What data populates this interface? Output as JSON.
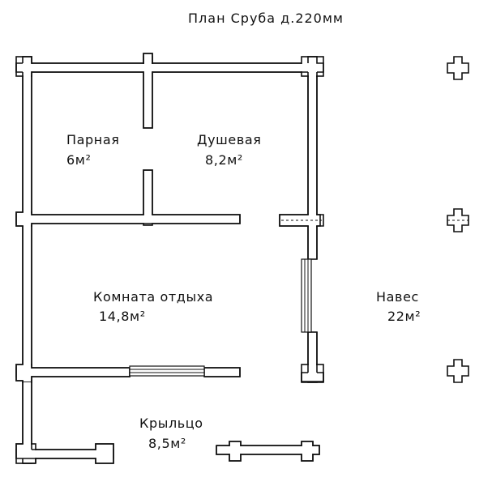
{
  "title": "План Сруба д.220мм",
  "rooms": [
    {
      "id": "parnaya",
      "name": "Парная",
      "area": "6м²"
    },
    {
      "id": "dushevaya",
      "name": "Душевая",
      "area": "8,2м²"
    },
    {
      "id": "komnata",
      "name": "Комната отдыха",
      "area": "14,8м²"
    },
    {
      "id": "naves",
      "name": "Навес",
      "area": "22м²"
    },
    {
      "id": "krylco",
      "name": "Крыльцо",
      "area": "8,5м²"
    }
  ],
  "colors": {
    "line": "#111111",
    "background": "#ffffff"
  }
}
